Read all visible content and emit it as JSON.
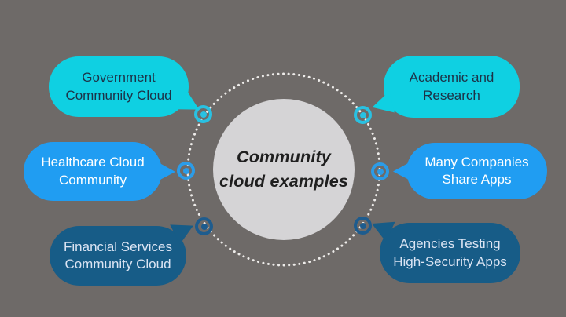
{
  "background_color": "#6e6a68",
  "center": {
    "title": "Community cloud examples",
    "circle_color": "#d5d4d6",
    "text_color": "#1f1f1f",
    "ring_dot_color": "#eeecea"
  },
  "bubbles": [
    {
      "id": "government-community-cloud",
      "label": "Government Community Cloud",
      "position": "top-left",
      "color": "#0fd0e2",
      "text_color": "#1d3247",
      "connector_color": "#29c1e2"
    },
    {
      "id": "healthcare-cloud-community",
      "label": "Healthcare Cloud Community",
      "position": "middle-left",
      "color": "#209df2",
      "text_color": "#ffffff",
      "connector_color": "#2b9ce8"
    },
    {
      "id": "financial-services-community-cloud",
      "label": "Financial Services Community Cloud",
      "position": "bottom-left",
      "color": "#175c87",
      "text_color": "#dbe4f3",
      "connector_color": "#1e5c8e"
    },
    {
      "id": "academic-and-research",
      "label": "Academic and Research",
      "position": "top-right",
      "color": "#0fd0e2",
      "text_color": "#1d3247",
      "connector_color": "#29c1e2"
    },
    {
      "id": "many-companies-share-apps",
      "label": "Many Companies Share Apps",
      "position": "middle-right",
      "color": "#209df2",
      "text_color": "#ffffff",
      "connector_color": "#2b9ce8"
    },
    {
      "id": "agencies-testing-high-security-apps",
      "label": "Agencies Testing High-Security Apps",
      "position": "bottom-right",
      "color": "#175c87",
      "text_color": "#dbe4f3",
      "connector_color": "#1e5c8e"
    }
  ]
}
